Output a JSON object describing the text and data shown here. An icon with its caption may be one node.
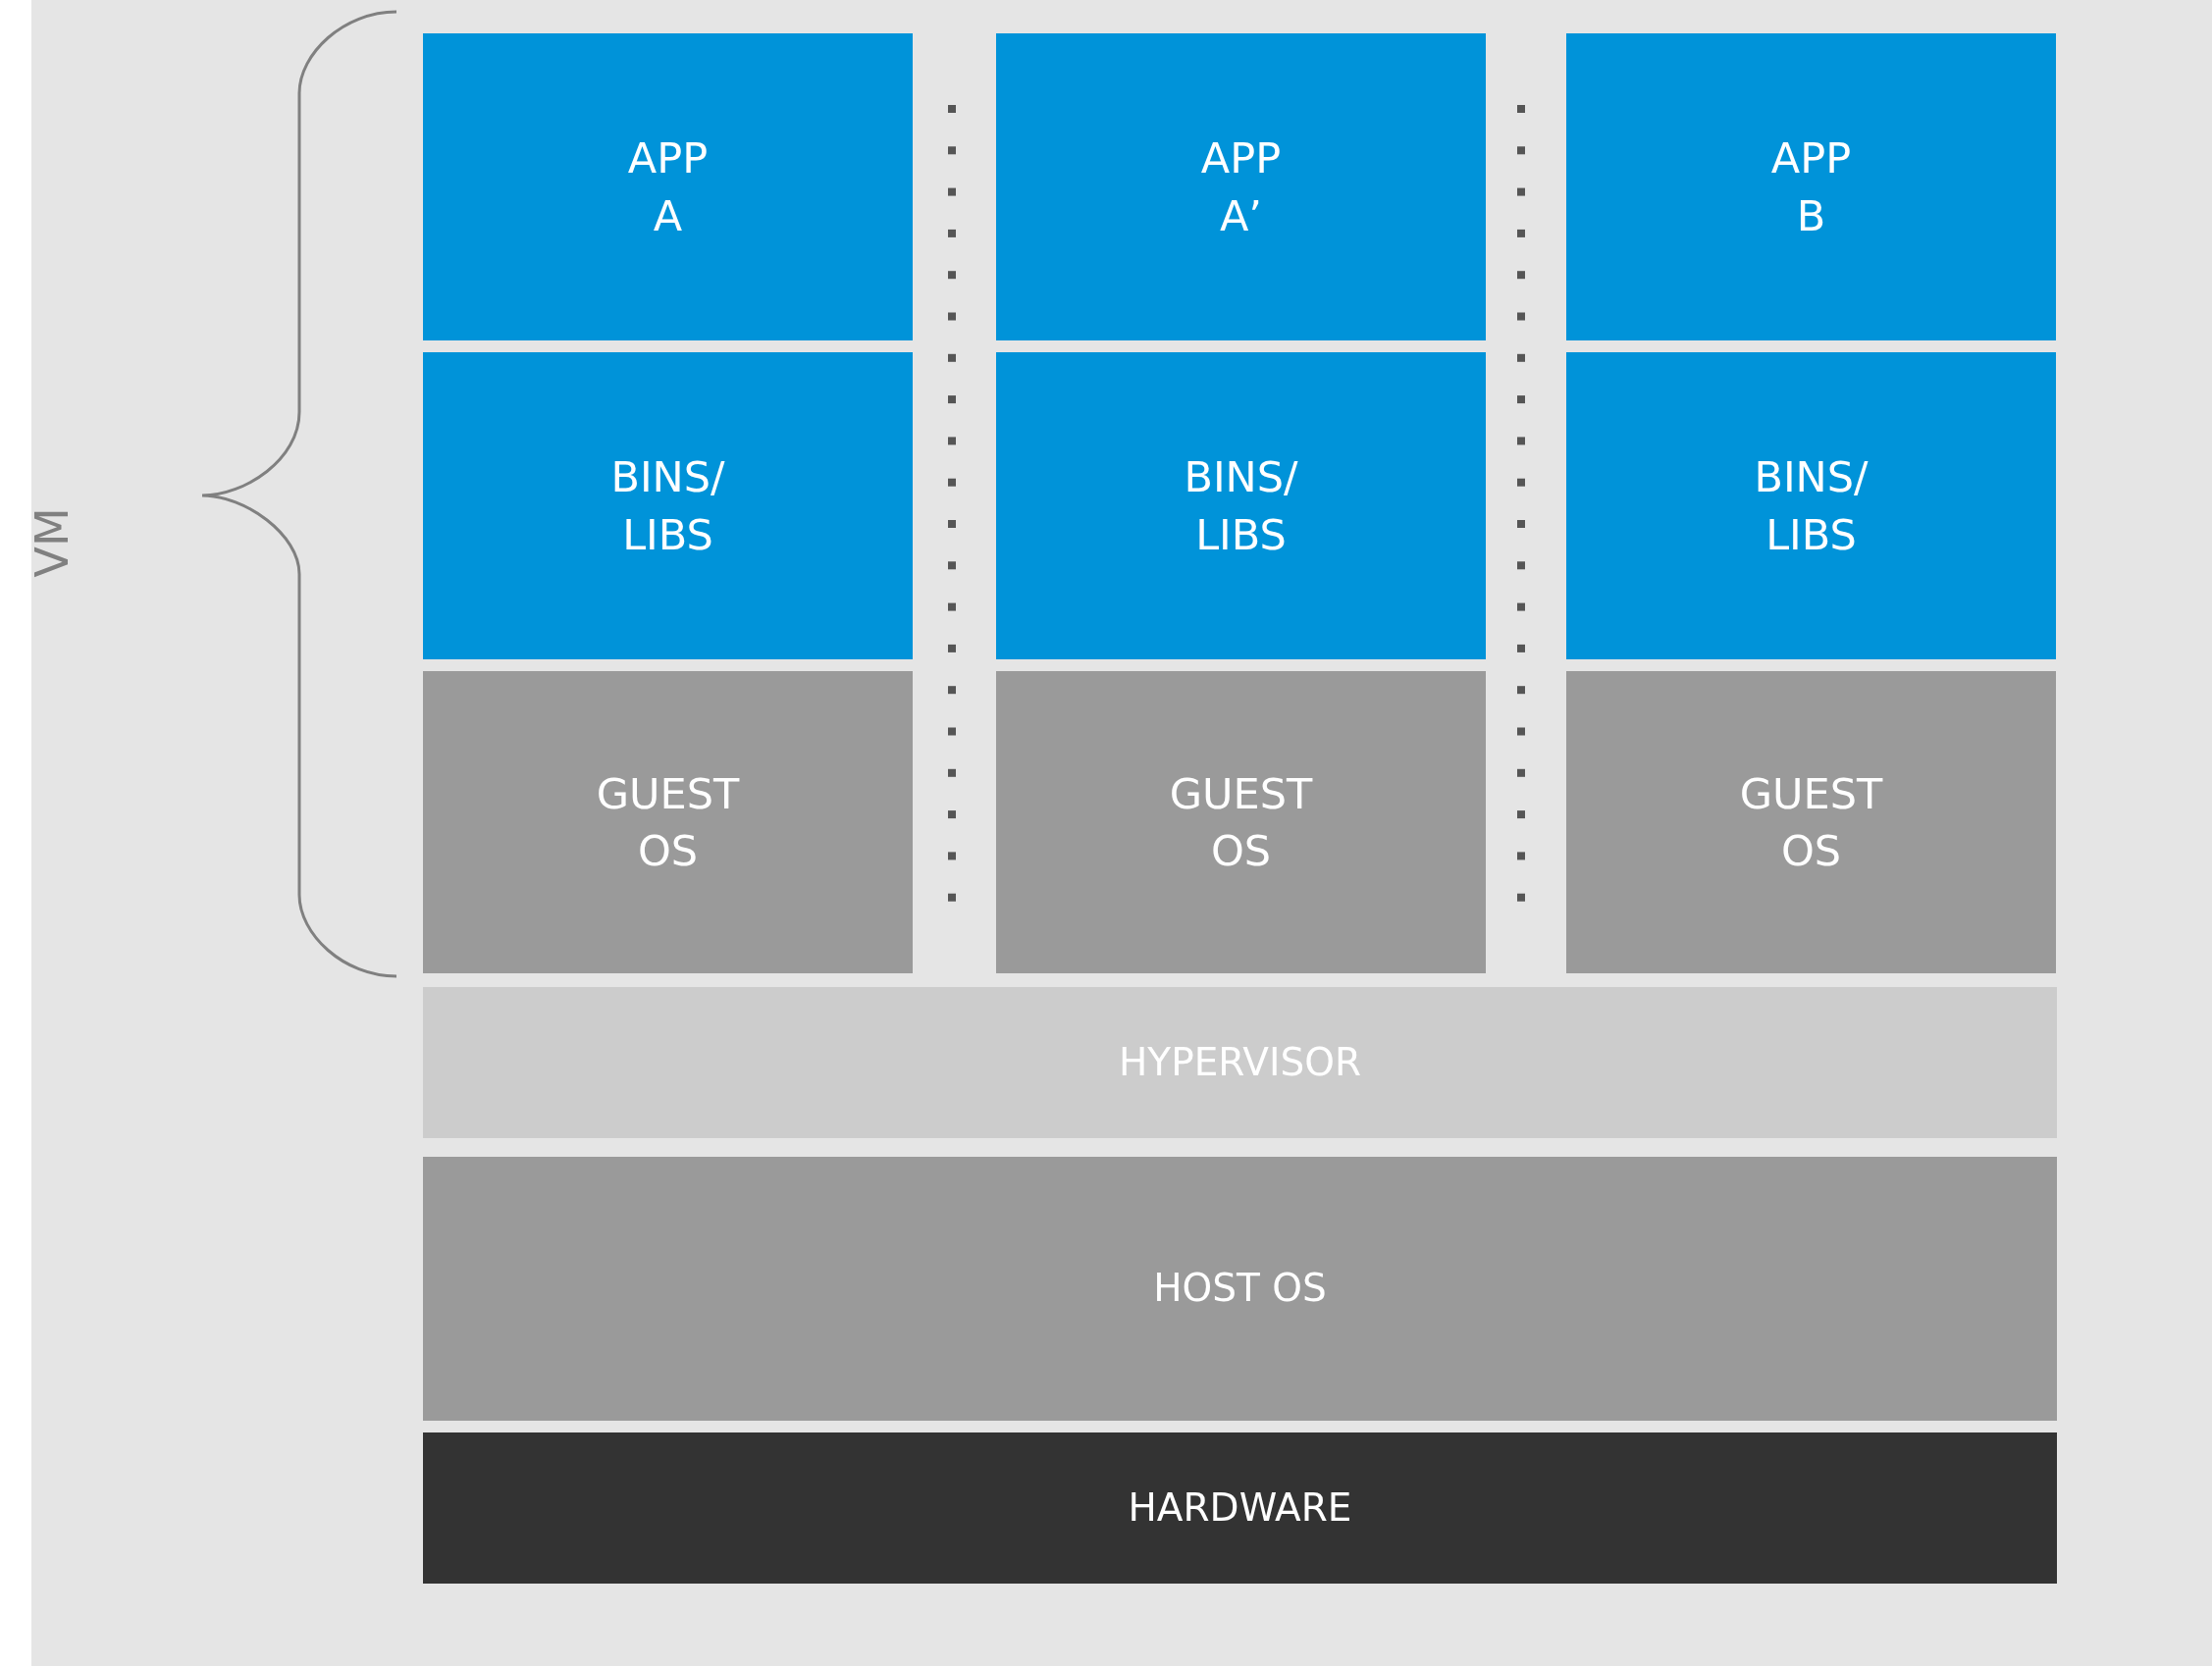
{
  "diagram": {
    "nodes": [
      {
        "text": [
          "APP A"
        ]
      },
      {
        "text": [
          "APP A’"
        ]
      },
      {
        "text": [
          "APP B"
        ]
      },
      {
        "text": [
          "BINS/ LIBS"
        ]
      },
      {
        "text": [
          "BINS/ LIBS"
        ]
      },
      {
        "text": [
          "BINS/ LIBS"
        ]
      },
      {
        "text": [
          "GUEST OS"
        ]
      },
      {
        "text": [
          "GUEST OS"
        ]
      },
      {
        "text": [
          "GUEST OS"
        ]
      },
      {
        "text": [
          "HYPERVISOR"
        ]
      },
      {
        "text": [
          "HOST OS"
        ]
      },
      {
        "text": [
          "HARDWARE"
        ]
      }
    ],
    "edges": [],
    "labels": [
      "VM"
    ]
  }
}
